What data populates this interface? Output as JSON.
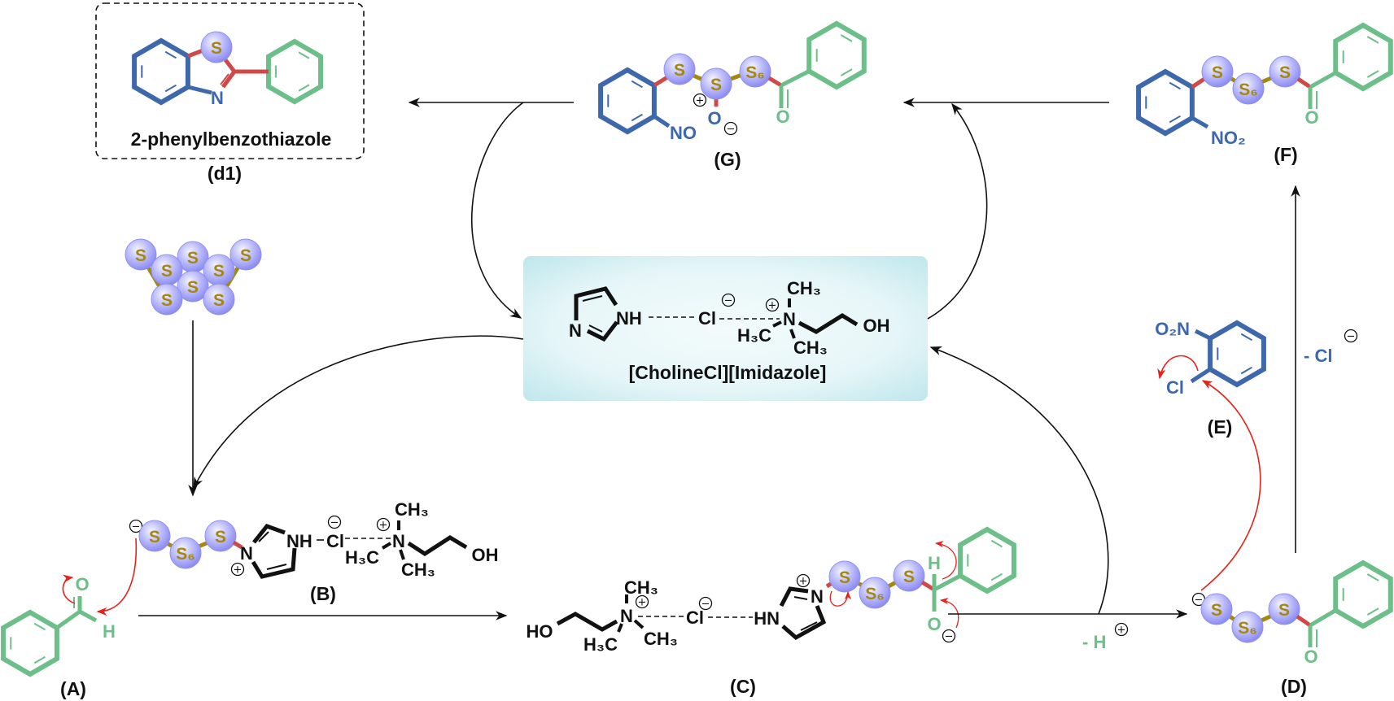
{
  "product": {
    "name": "2-phenylbenzothiazole",
    "label": "(d1)"
  },
  "labels": {
    "A": "(A)",
    "B": "(B)",
    "C": "(C)",
    "D": "(D)",
    "E": "(E)",
    "F": "(F)",
    "G": "(G)"
  },
  "catalyst": {
    "name": "[CholineCl][Imidazole]"
  },
  "atoms": {
    "S": "S",
    "S6": "S₆",
    "N": "N",
    "NH": "NH",
    "HN": "HN",
    "Cl": "Cl",
    "CH3": "CH₃",
    "H3C": "H₃C",
    "OH": "OH",
    "HO": "HO",
    "O": "O",
    "H": "H",
    "NO": "NO",
    "NO2": "NO₂",
    "O2N": "O₂N"
  },
  "charges": {
    "plus": "+",
    "minus": "−"
  },
  "byproducts": {
    "minus_H": "- H",
    "minus_Cl": "- Cl"
  },
  "colors": {
    "blue": "#3d68ac",
    "green": "#6dbf8a",
    "gold": "#a3870f",
    "red_bond": "#d04848",
    "red_arrow": "#e8201a",
    "black": "#111111",
    "box_edge": "#bfe7ec",
    "box_center": "#f3fbfb"
  }
}
